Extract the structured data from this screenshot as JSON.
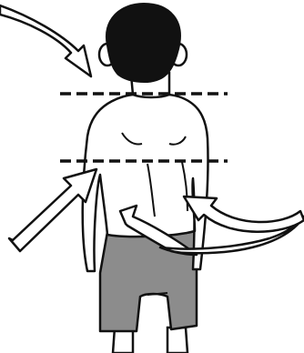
{
  "colors": {
    "background": "#ffffff",
    "outline": "#111111",
    "hair": "#111111",
    "skin": "#ffffff",
    "shorts": "#8c8c8c",
    "arrow_fill": "#ffffff",
    "dashed_line": "#111111"
  },
  "figure": {
    "subject": "person-back-view",
    "clothing": "gray-shorts"
  },
  "arrows": [
    {
      "id": "top-left",
      "icon": "curved-arrow-icon"
    },
    {
      "id": "lower-left",
      "icon": "straight-arrow-icon"
    },
    {
      "id": "center-curved",
      "icon": "curved-arrow-icon"
    },
    {
      "id": "right-curved",
      "icon": "curved-arrow-icon"
    }
  ],
  "reference_lines": [
    {
      "id": "shoulder-line",
      "style": "dashed"
    },
    {
      "id": "lower-back-line",
      "style": "dashed"
    }
  ]
}
